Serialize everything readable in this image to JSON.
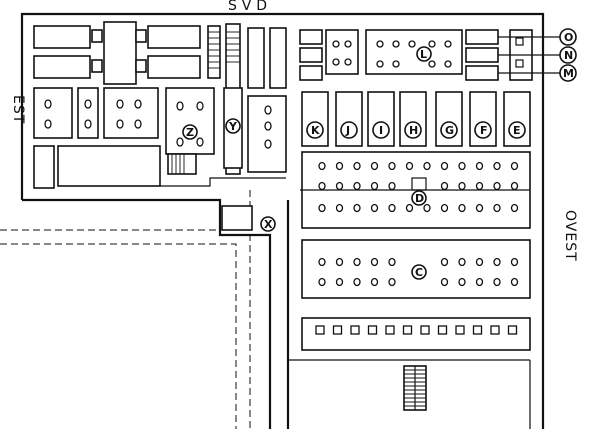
{
  "compass": {
    "top": "SVD",
    "left": "EST",
    "right": "OVEST"
  },
  "room_labels": {
    "K": "K",
    "J": "J",
    "I": "I",
    "H": "H",
    "G": "G",
    "F": "F",
    "E": "E",
    "L": "L",
    "O": "O",
    "N": "N",
    "M": "M",
    "D": "D",
    "C": "C",
    "Z": "Z",
    "Y": "Y",
    "X": "X"
  }
}
